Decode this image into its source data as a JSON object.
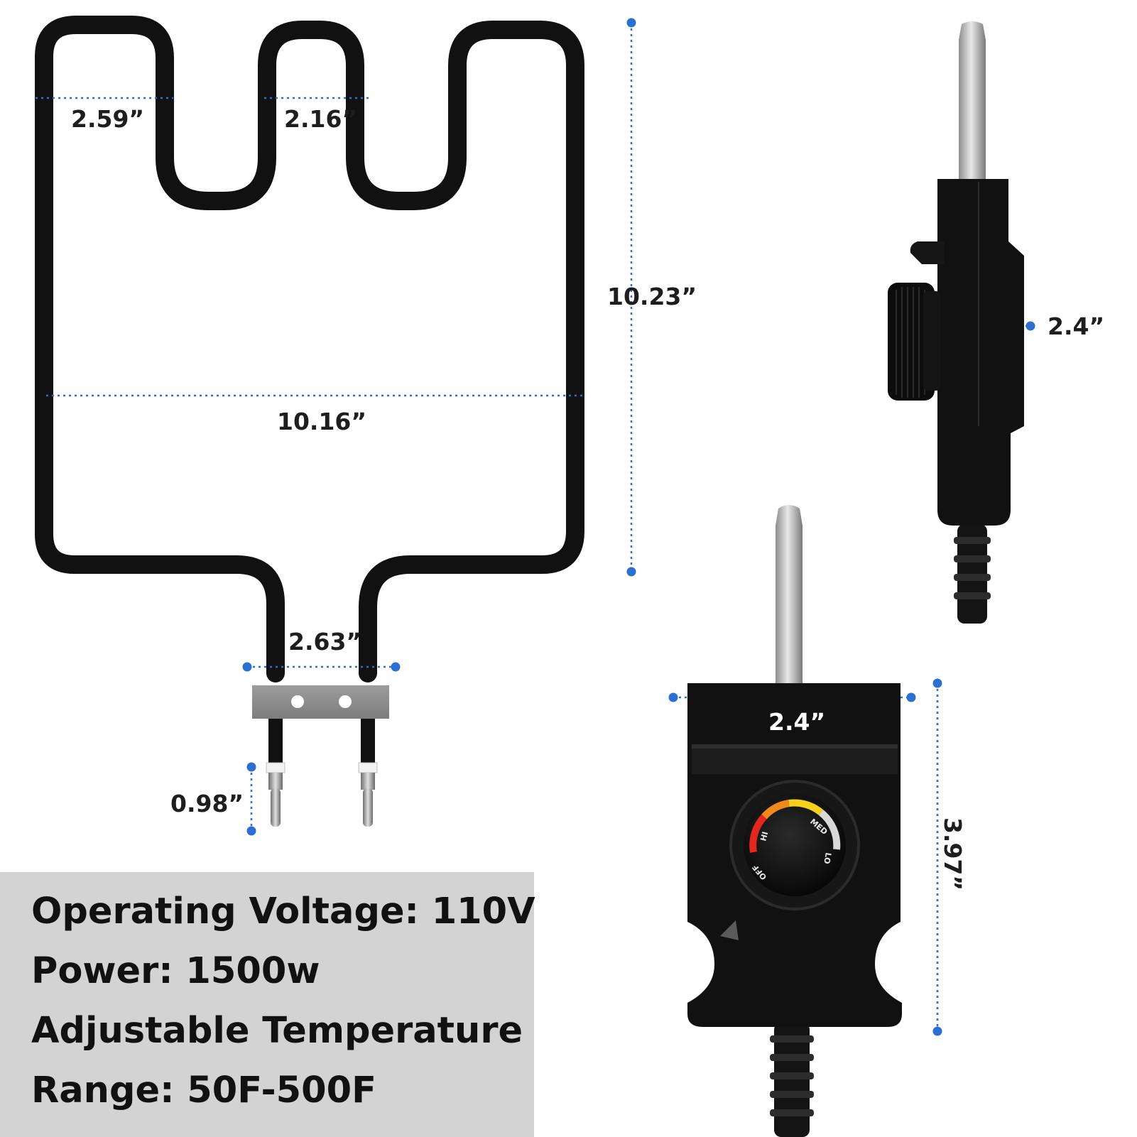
{
  "colors": {
    "background": "#ffffff",
    "element_black": "#111111",
    "dimension_blue": "#2b6fd1",
    "spec_panel": "#d3d3d3",
    "dial_red": "#e2281e",
    "dial_orange": "#f08a1a",
    "dial_yellow": "#f6d21c"
  },
  "dimensions": {
    "top_left_loop": "2.59”",
    "top_middle_loop": "2.16”",
    "height": "10.23”",
    "width": "10.16”",
    "terminal_spacing": "2.63”",
    "terminal_length": "0.98”",
    "controller_side_depth": "2.4”",
    "controller_front_width": "2.4”",
    "controller_front_height": "3.97”"
  },
  "dial_labels": {
    "hi": "HI",
    "med": "MED",
    "lo": "LO",
    "off": "OFF"
  },
  "specs": {
    "voltage": "Operating Voltage: 110V",
    "power": "Power: 1500w",
    "adjustable": "Adjustable Temperature",
    "range": "Range: 50F-500F"
  }
}
